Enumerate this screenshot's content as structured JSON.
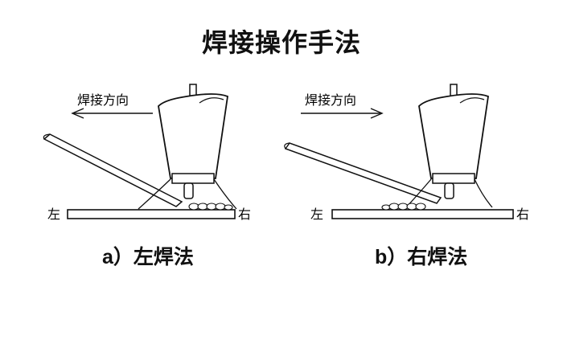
{
  "title": "焊接操作手法",
  "panels": [
    {
      "direction_label": "焊接方向",
      "direction": "left",
      "side_left": "左",
      "side_right": "右",
      "caption_letter": "a）",
      "caption_text": "左焊法"
    },
    {
      "direction_label": "焊接方向",
      "direction": "right",
      "side_left": "左",
      "side_right": "右",
      "caption_letter": "b）",
      "caption_text": "右焊法"
    }
  ]
}
